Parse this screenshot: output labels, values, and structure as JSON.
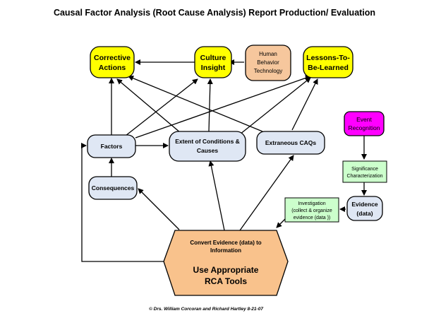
{
  "title": "Causal Factor Analysis (Root Cause Analysis) Report Production/ Evaluation",
  "copyright": "© Drs. William Corcoran and Richard Hartley 8-21-07",
  "colors": {
    "yellow": "#ffff00",
    "tan": "#f6c79d",
    "lightblue": "#dfe7f4",
    "green": "#ccffcc",
    "magenta": "#ff00ff",
    "orange": "#f9c28c"
  },
  "nodes": {
    "corrective": {
      "l1": "Corrective",
      "l2": "Actions"
    },
    "culture": {
      "l1": "Culture",
      "l2": "Insight"
    },
    "human": {
      "l1": "Human",
      "l2": "Behavior",
      "l3": "Technology"
    },
    "lessons": {
      "l1": "Lessons-To-",
      "l2": "Be-Learned"
    },
    "event": {
      "l1": "Event",
      "l2": "Recognition"
    },
    "factors": {
      "l1": "Factors"
    },
    "extent": {
      "l1": "Extent of Conditions &",
      "l2": "Causes"
    },
    "extraneous": {
      "l1": "Extraneous CAQs"
    },
    "significance": {
      "l1": "Significance",
      "l2": "Characterization"
    },
    "consequences": {
      "l1": "Consequences"
    },
    "evidence": {
      "l1": "Evidence",
      "l2": "(data)"
    },
    "investigation": {
      "l1": "Investigation",
      "l2": "(collect & organize",
      "l3": "evidence (data ))"
    },
    "convert": {
      "l1": "Convert Evidence (data) to",
      "l2": "Information",
      "l3": "Use Appropriate",
      "l4": "RCA Tools"
    }
  }
}
